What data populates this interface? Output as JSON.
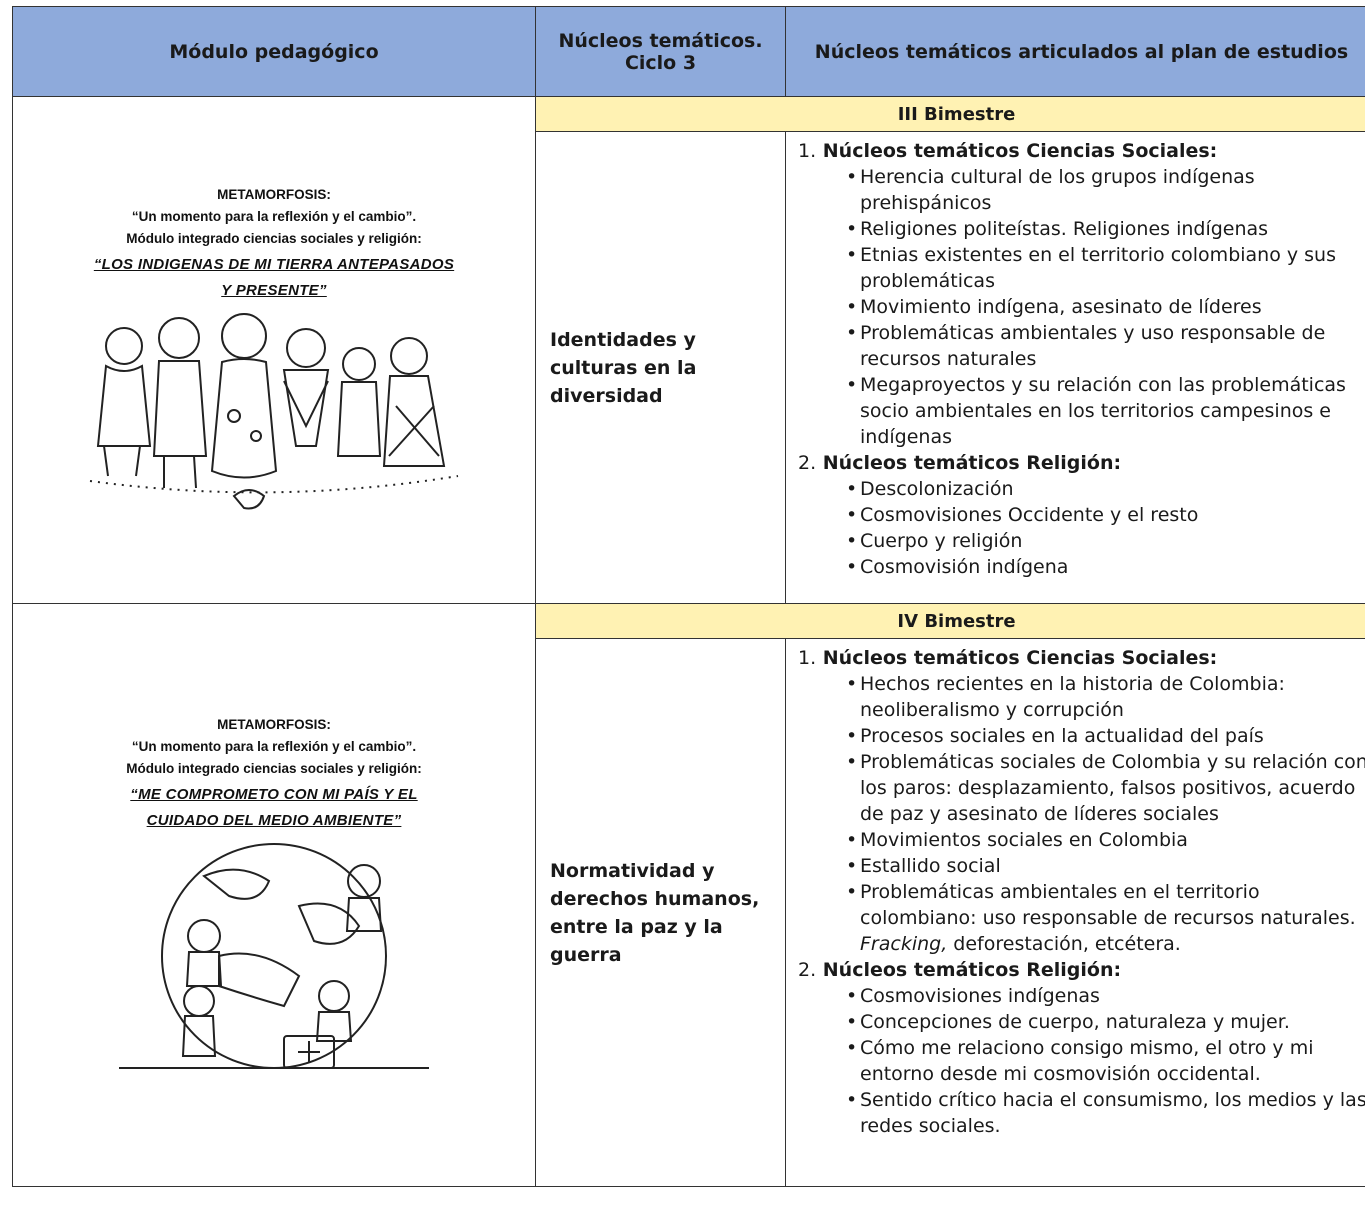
{
  "headers": [
    "Módulo pedagógico",
    "Núcleos temáticos. Ciclo 3",
    "Núcleos temáticos articulados al plan de estudios"
  ],
  "rows": [
    {
      "bimestre": "III Bimestre",
      "module": {
        "line1": "METAMORFOSIS:",
        "line2": "“Un momento para la reflexión y el cambio”.",
        "line3": "Módulo integrado ciencias sociales y religión:",
        "title_a": "“LOS INDIGENAS DE MI TIERRA ANTEPASADOS",
        "title_b": "Y PRESENTE”"
      },
      "nucleo": "Identidades y culturas en la diversidad",
      "sections": [
        {
          "num": "1.",
          "title": "Núcleos temáticos Ciencias Sociales:",
          "items": [
            "Herencia cultural de los grupos indígenas prehispánicos",
            "Religiones politeístas. Religiones indígenas",
            "Etnias existentes en el territorio colombiano y sus problemáticas",
            "Movimiento indígena, asesinato de líderes",
            "Problemáticas ambientales y uso responsable de recursos naturales",
            "Megaproyectos y su relación con las problemáticas socio ambientales en los territorios campesinos e indígenas"
          ]
        },
        {
          "num": "2.",
          "title": "Núcleos temáticos Religión:",
          "items": [
            "Descolonización",
            "Cosmovisiones Occidente y el resto",
            "Cuerpo y religión",
            "Cosmovisión indígena"
          ]
        }
      ]
    },
    {
      "bimestre": "IV Bimestre",
      "module": {
        "line1": "METAMORFOSIS:",
        "line2": "“Un momento para la reflexión y el cambio”.",
        "line3": "Módulo integrado ciencias sociales y religión:",
        "title_a": "“ME COMPROMETO CON MI PAÍS Y EL",
        "title_b": "CUIDADO DEL MEDIO AMBIENTE”"
      },
      "nucleo": "Normatividad y derechos humanos, entre la paz y la guerra",
      "sections": [
        {
          "num": "1.",
          "title": "Núcleos temáticos Ciencias Sociales:",
          "items": [
            "Hechos recientes en la historia de Colombia: neoliberalismo y corrupción",
            "Procesos sociales en la actualidad del país",
            "Problemáticas sociales de Colombia y su relación con los paros: desplazamiento, falsos positivos, acuerdo de paz y asesinato de líderes sociales",
            "Movimientos sociales en Colombia",
            "Estallido social"
          ],
          "last_item": {
            "text": "Problemáticas ambientales en el territorio colombiano: uso responsable de recursos naturales. ",
            "italic": "Fracking,",
            "tail": " deforestación, etcétera."
          }
        },
        {
          "num": "2.",
          "title": "Núcleos temáticos Religión:",
          "items": [
            "Cosmovisiones indígenas",
            "Concepciones de cuerpo, naturaleza y mujer.",
            "Cómo me relaciono consigo mismo, el otro y mi entorno desde mi cosmovisión occidental.",
            "Sentido crítico hacia el consumismo, los medios y las redes sociales."
          ]
        }
      ]
    }
  ]
}
